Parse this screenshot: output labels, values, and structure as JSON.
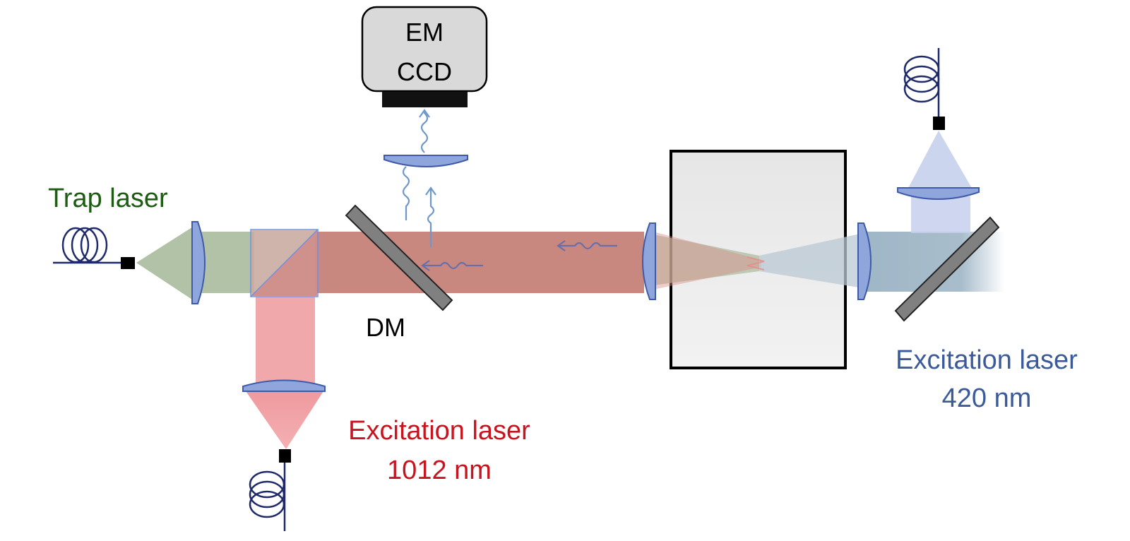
{
  "camera": {
    "line1": "EM",
    "line2": "CCD"
  },
  "labels": {
    "trap_laser": "Trap laser",
    "dichroic_mirror": "DM",
    "excitation_red_line1": "Excitation laser",
    "excitation_red_line2": "1012 nm",
    "excitation_blue_line1": "Excitation laser",
    "excitation_blue_line2": "420 nm"
  },
  "colors": {
    "trap_beam": "#a9bb9c",
    "red_beam": "#c0786e",
    "red_input": "#ef9a9e",
    "blue_beam": "#9fb6c6",
    "blue_input": "#c5d0ec",
    "lens": "#8fa6dc",
    "lens_stroke": "#3f5aa8",
    "mirror": "#7f7f7f",
    "fiber": "#1f2a6b",
    "photon": "#6e98cc",
    "label_green": "#1e5c14",
    "label_red": "#c8141e",
    "label_blue": "#3a5a9a"
  }
}
